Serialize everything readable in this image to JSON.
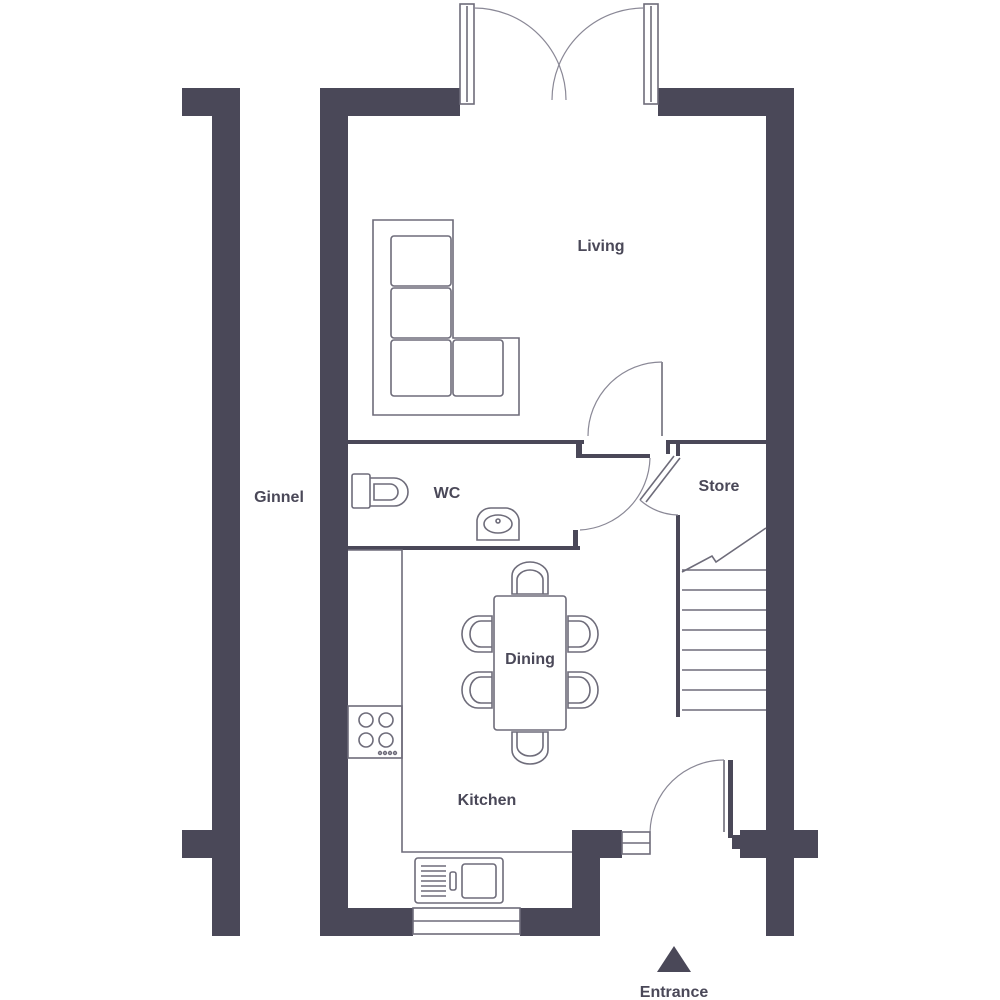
{
  "rooms": {
    "living": "Living",
    "wc": "WC",
    "store": "Store",
    "dining": "Dining",
    "kitchen": "Kitchen",
    "ginnel": "Ginnel"
  },
  "entrance": "Entrance",
  "colors": {
    "wall": "#4a4858",
    "line": "#6e6c7a"
  }
}
